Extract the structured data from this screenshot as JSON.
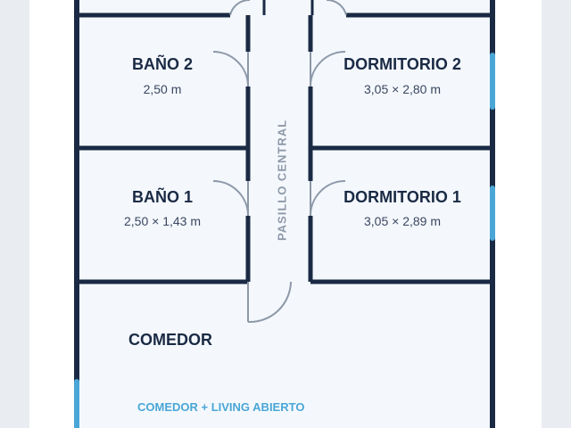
{
  "rooms": {
    "bano2": {
      "name": "BAÑO 2",
      "dims": "2,50 m"
    },
    "dormitorio2": {
      "name": "DORMITORIO 2",
      "dims": "3,05 × 2,80 m"
    },
    "bano1": {
      "name": "BAÑO 1",
      "dims": "2,50 × 1,43 m"
    },
    "dormitorio1": {
      "name": "DORMITORIO 1",
      "dims": "3,05 × 2,89 m"
    },
    "comedor": {
      "name": "COMEDOR",
      "note": "COMEDOR + LIVING ABIERTO"
    }
  },
  "corridor": {
    "label": "PASILLO CENTRAL"
  },
  "colors": {
    "wall": "#1a2a44",
    "window": "#4aa6d6",
    "door": "#8d98a8",
    "floor": "#f4f8fd",
    "page": "#e9ecf1"
  }
}
